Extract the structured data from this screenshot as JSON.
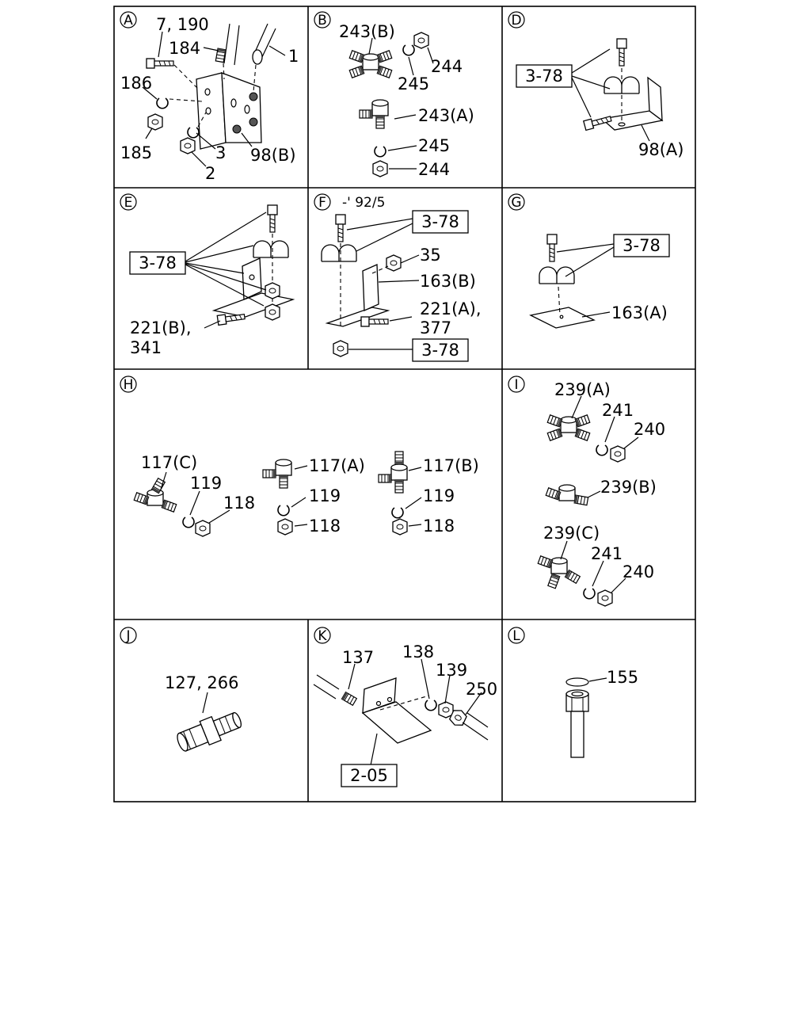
{
  "panels": {
    "A": {
      "letter": "A",
      "labels": [
        "7, 190",
        "184",
        "1",
        "186",
        "185",
        "3",
        "2",
        "98(B)"
      ]
    },
    "B": {
      "letter": "B",
      "labels": [
        "243(B)",
        "244",
        "245",
        "243(A)",
        "245",
        "244"
      ]
    },
    "D": {
      "letter": "D",
      "labels": [
        "3-78",
        "98(A)"
      ]
    },
    "E": {
      "letter": "E",
      "labels": [
        "3-78",
        "221(B),",
        "341"
      ]
    },
    "F": {
      "letter": "F",
      "note": "-' 92/5",
      "labels": [
        "3-78",
        "35",
        "163(B)",
        "221(A),",
        "377",
        "3-78"
      ]
    },
    "G": {
      "letter": "G",
      "labels": [
        "3-78",
        "163(A)"
      ]
    },
    "H": {
      "letter": "H",
      "labels": [
        "117(C)",
        "119",
        "118",
        "117(A)",
        "119",
        "118",
        "117(B)",
        "119",
        "118"
      ]
    },
    "I": {
      "letter": "I",
      "labels": [
        "239(A)",
        "241",
        "240",
        "239(B)",
        "239(C)",
        "241",
        "240"
      ]
    },
    "J": {
      "letter": "J",
      "labels": [
        "127, 266"
      ]
    },
    "K": {
      "letter": "K",
      "labels": [
        "137",
        "138",
        "139",
        "250",
        "2-05"
      ]
    },
    "L": {
      "letter": "L",
      "labels": [
        "155"
      ]
    }
  }
}
